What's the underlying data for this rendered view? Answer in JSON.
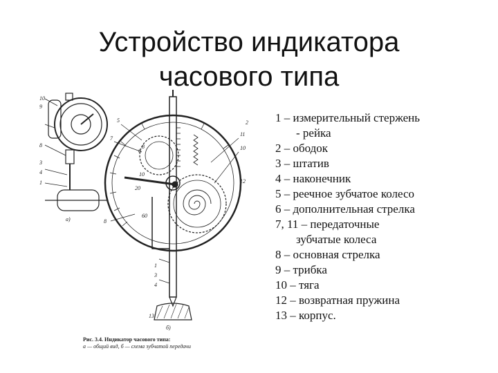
{
  "title": {
    "line1": "Устройство индикатора",
    "line2": "часового типа"
  },
  "legend": [
    {
      "text": "1 – измерительный стержень",
      "cont": "- рейка"
    },
    {
      "text": "2 – ободок"
    },
    {
      "text": "3 – штатив"
    },
    {
      "text": "4  – наконечник"
    },
    {
      "text": "5 – реечное зубчатое колесо"
    },
    {
      "text": "6 – дополнительная стрелка"
    },
    {
      "text": "7, 11 – передаточные",
      "cont": "зубчатые колеса"
    },
    {
      "text": "8 – основная стрелка"
    },
    {
      "text": "9 – трибка"
    },
    {
      "text": "10 – тяга"
    },
    {
      "text": "12 – возвратная пружина"
    },
    {
      "text": "13 – корпус."
    }
  ],
  "figure": {
    "labels": [
      "10",
      "9",
      "5",
      "7",
      "6",
      "8",
      "11",
      "10",
      "12",
      "2",
      "1",
      "3",
      "4",
      "13",
      "8",
      "3",
      "4",
      "1",
      "а)",
      "б)",
      "10",
      "20",
      "60",
      "8"
    ]
  },
  "caption": {
    "line1": "Рис. 3.4. Индикатор часового типа:",
    "line2": "а — общий вид, б — схема зубчатой передачи"
  },
  "colors": {
    "ink": "#222222",
    "background": "#ffffff"
  }
}
